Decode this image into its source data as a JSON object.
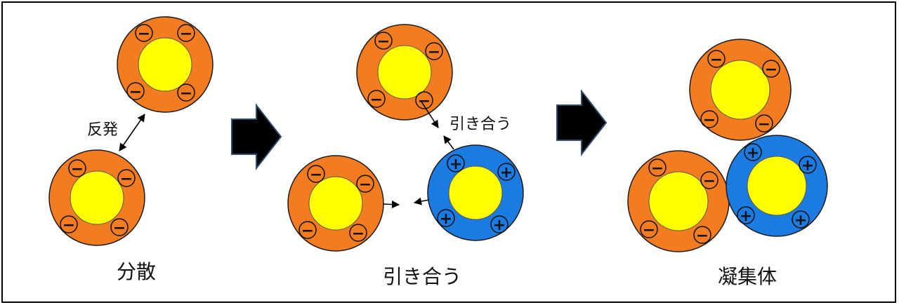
{
  "captions": {
    "dispersion": "分散",
    "attraction": "引き合う",
    "aggregate": "凝集体"
  },
  "labels": {
    "repulsion": "反発",
    "attraction": "引き合う"
  },
  "charges": {
    "negative": "−",
    "positive": "+"
  },
  "colors": {
    "negative_shell": "#f47c20",
    "positive_shell": "#1b7be0",
    "core": "#ffff00",
    "step_arrow": "#000000",
    "step_arrow_edge": "#2f4d6e"
  }
}
